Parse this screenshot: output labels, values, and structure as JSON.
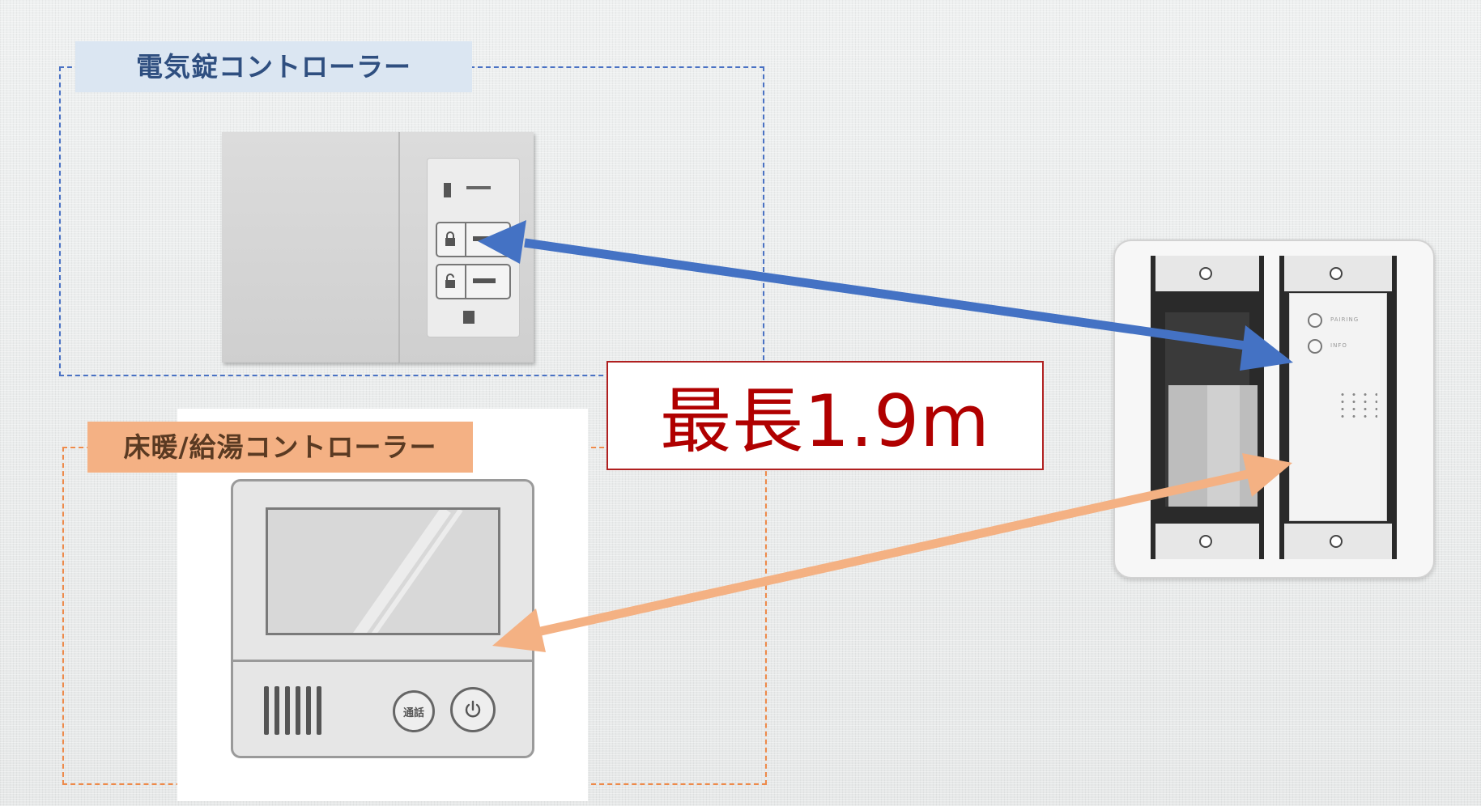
{
  "labels": {
    "lock_controller": "電気錠コントローラー",
    "heat_controller": "床暖/給湯コントローラー"
  },
  "distance": "最長1.9m",
  "heat_device": {
    "call_button": "通話",
    "power_button": "⏻"
  },
  "wall_module": {
    "led1_label": "PAIRING",
    "led2_label": "INFO"
  },
  "colors": {
    "blue": "#4472c4",
    "orange": "#f4b183",
    "distance_red": "#b00000"
  }
}
